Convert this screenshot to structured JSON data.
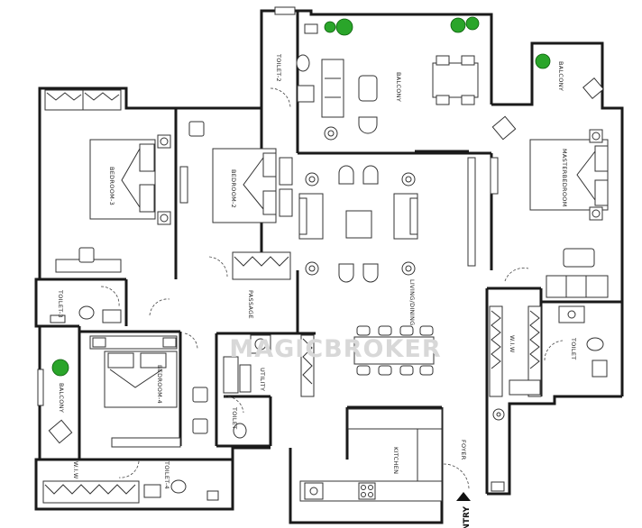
{
  "plan": {
    "rooms": {
      "bedroom3": "BEDROOM-3",
      "bedroom2": "BEDROOM-2",
      "bedroom4": "BEDROOM-4",
      "master": "MASTERBEDROOM",
      "toilet2": "TOILET-2",
      "toilet3": "TOILET-3",
      "toilet4": "TOILET-4",
      "toilet_master": "TOILET",
      "toilet_small": "TOILET",
      "balcony_top": "BALCONY",
      "balcony_right": "BALCONY",
      "balcony_left": "BALCONY",
      "living": "LIVING/DINING",
      "passage": "PASSAGE",
      "utility": "UTILITY",
      "kitchen": "KITCHEN",
      "foyer": "FOYER",
      "wiw_master": "W.I.W",
      "wiw_b4": "W.I.W"
    },
    "entry": "ENTRY",
    "watermark": "MAGICBROKER",
    "colors": {
      "wall": "#1a1a1a",
      "plant": "#2aa52a",
      "watermark": "#d8d8d8"
    }
  }
}
